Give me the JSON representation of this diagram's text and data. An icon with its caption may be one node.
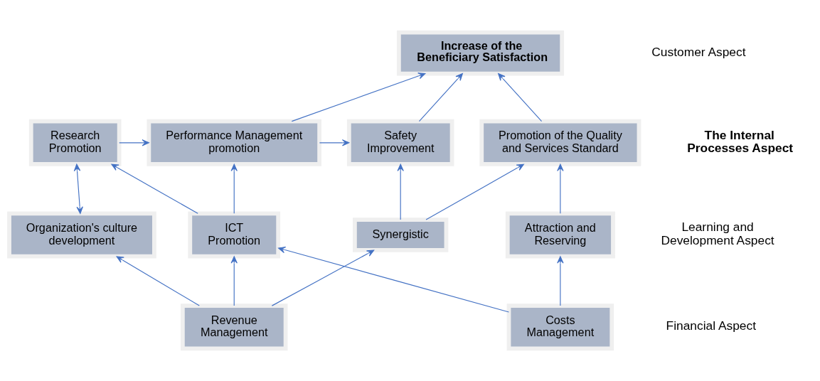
{
  "diagram": {
    "nodes": [
      {
        "text": [
          "Increase of the Beneficiary Satisfaction"
        ]
      },
      {
        "text": [
          "Research Promotion"
        ]
      },
      {
        "text": [
          "Performance Management promotion"
        ]
      },
      {
        "text": [
          "Safety Improvement"
        ]
      },
      {
        "text": [
          "Promotion of the Quality and Services Standard"
        ]
      },
      {
        "text": [
          "Organization's culture development"
        ]
      },
      {
        "text": [
          "ICT Promotion"
        ]
      },
      {
        "text": [
          "Synergistic"
        ]
      },
      {
        "text": [
          "Attraction and Reserving"
        ]
      },
      {
        "text": [
          "Revenue Management"
        ]
      },
      {
        "text": [
          "Costs Management"
        ]
      }
    ],
    "edges": [
      {
        "from": 2,
        "to": 0,
        "arrow": "to"
      },
      {
        "from": 3,
        "to": 0,
        "arrow": "to"
      },
      {
        "from": 4,
        "to": 0,
        "arrow": "to"
      },
      {
        "from": 1,
        "to": 2,
        "arrow": "to"
      },
      {
        "from": 2,
        "to": 3,
        "arrow": "to"
      },
      {
        "from": 1,
        "to": 5,
        "arrow": "both"
      },
      {
        "from": 6,
        "to": 1,
        "arrow": "to"
      },
      {
        "from": 6,
        "to": 2,
        "arrow": "to"
      },
      {
        "from": 7,
        "to": 3,
        "arrow": "to"
      },
      {
        "from": 7,
        "to": 4,
        "arrow": "to"
      },
      {
        "from": 8,
        "to": 4,
        "arrow": "to"
      },
      {
        "from": 9,
        "to": 5,
        "arrow": "to"
      },
      {
        "from": 9,
        "to": 6,
        "arrow": "to"
      },
      {
        "from": 9,
        "to": 7,
        "arrow": "to"
      },
      {
        "from": 10,
        "to": 6,
        "arrow": "to"
      },
      {
        "from": 10,
        "to": 8,
        "arrow": "to"
      }
    ],
    "labels": [
      "Customer Aspect",
      "The Internal Processes Aspect",
      "Learning and Development Aspect",
      "Financial Aspect"
    ]
  }
}
